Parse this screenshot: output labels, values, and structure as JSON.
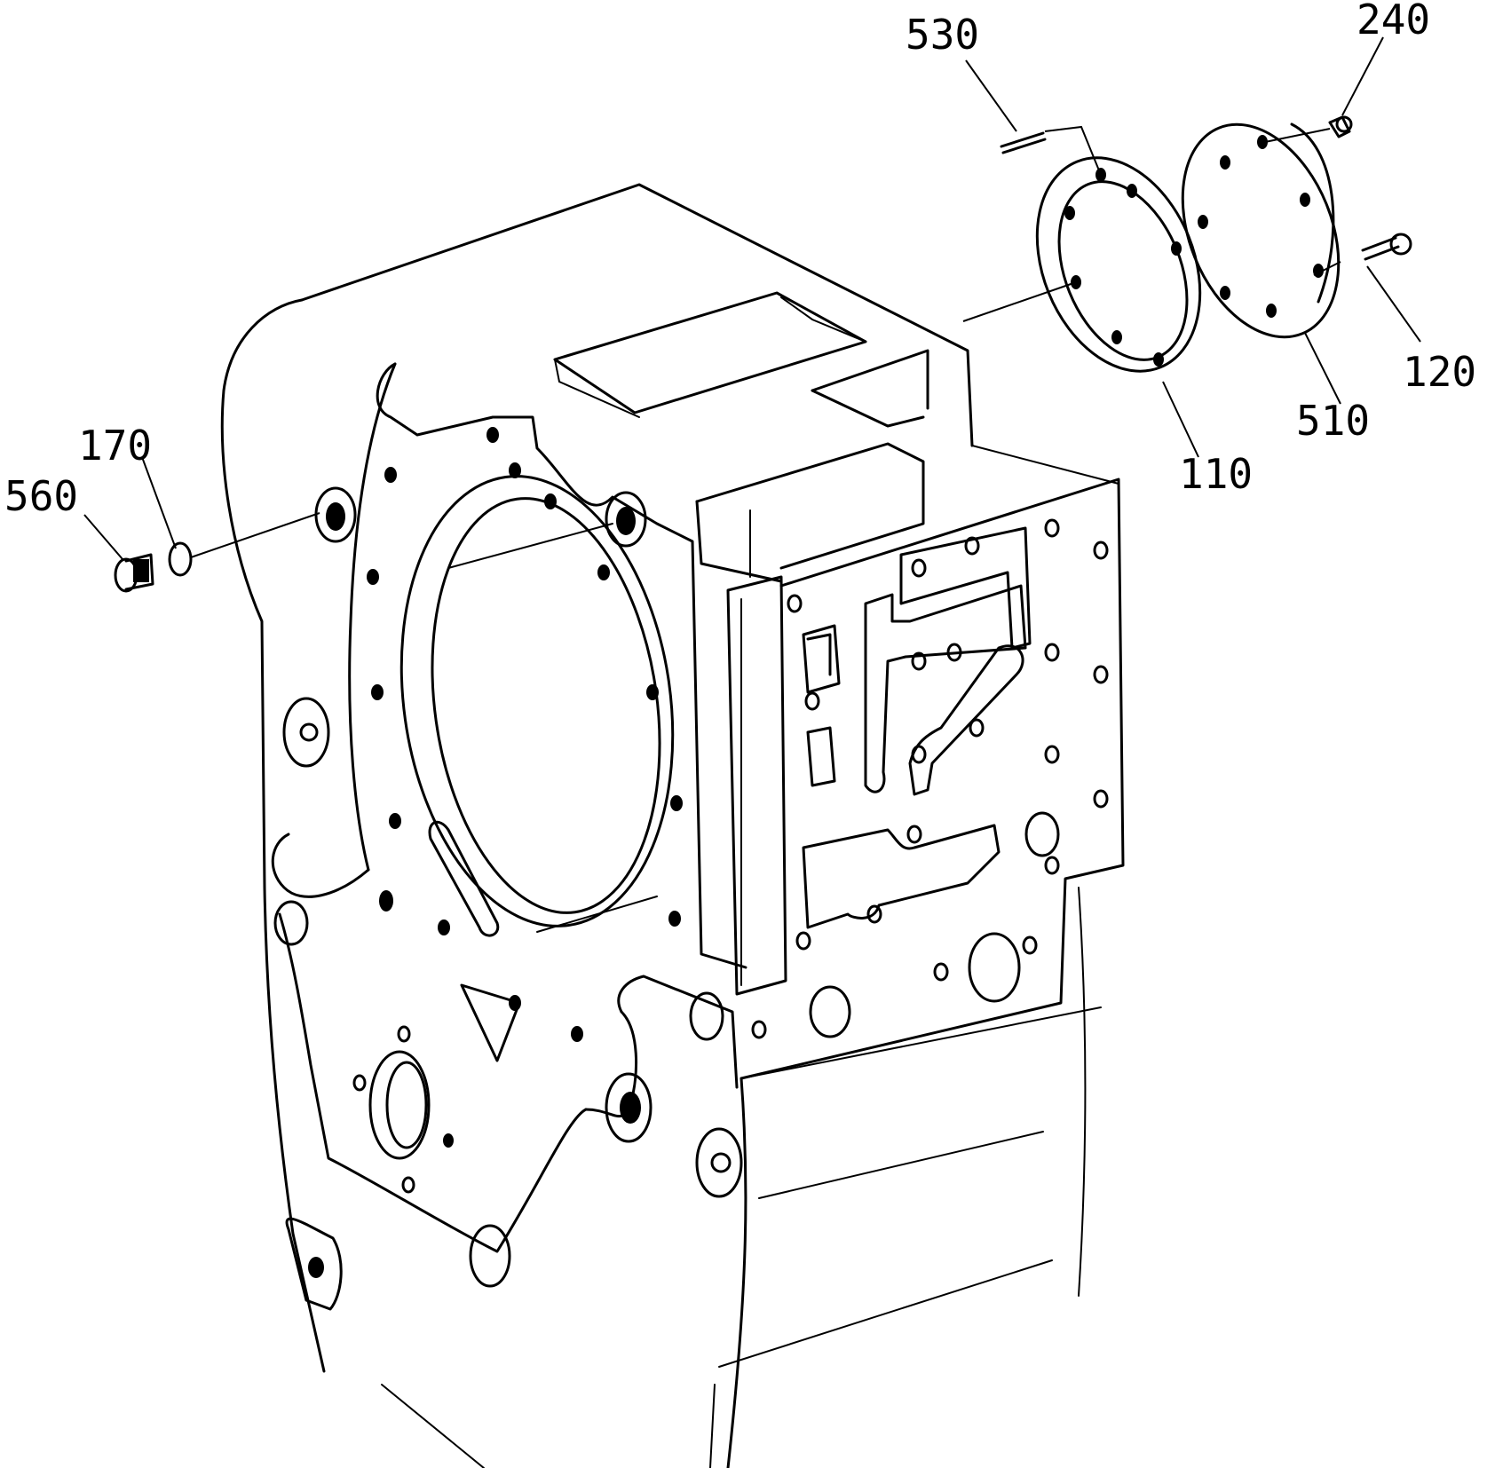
{
  "diagram": {
    "callouts": [
      {
        "id": "530",
        "label": "530"
      },
      {
        "id": "240",
        "label": "240"
      },
      {
        "id": "120",
        "label": "120"
      },
      {
        "id": "510",
        "label": "510"
      },
      {
        "id": "110",
        "label": "110"
      },
      {
        "id": "170",
        "label": "170"
      },
      {
        "id": "560",
        "label": "560"
      }
    ]
  }
}
